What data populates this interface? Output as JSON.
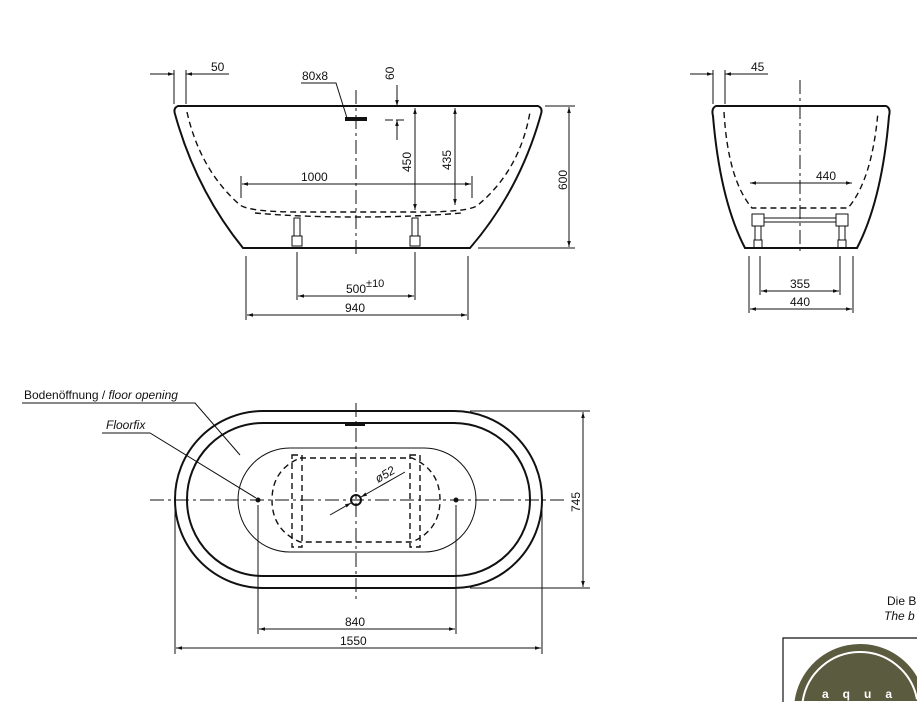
{
  "front_view": {
    "dim_rim": "50",
    "overflow_label": "80x8",
    "dim_overflow": "60",
    "dim_depth_450": "450",
    "dim_depth_435": "435",
    "dim_height": "600",
    "dim_inner_length": "1000",
    "dim_feet": "500",
    "dim_feet_tolerance": "±10",
    "dim_base": "940"
  },
  "side_view": {
    "dim_rim": "45",
    "dim_inner_width": "440",
    "dim_feet": "355",
    "dim_base": "440"
  },
  "top_view": {
    "floor_opening_label_de": "Bodenöffnung / ",
    "floor_opening_label_en": "floor opening",
    "floorfix_label": "Floorfix",
    "dim_drain": "ø52",
    "dim_width": "745",
    "dim_floorfix": "840",
    "dim_length": "1550"
  },
  "note": {
    "line_de": "Die B",
    "line_en": "The b"
  },
  "logo": {
    "text": "aqua",
    "color": "#5b5b3f"
  }
}
